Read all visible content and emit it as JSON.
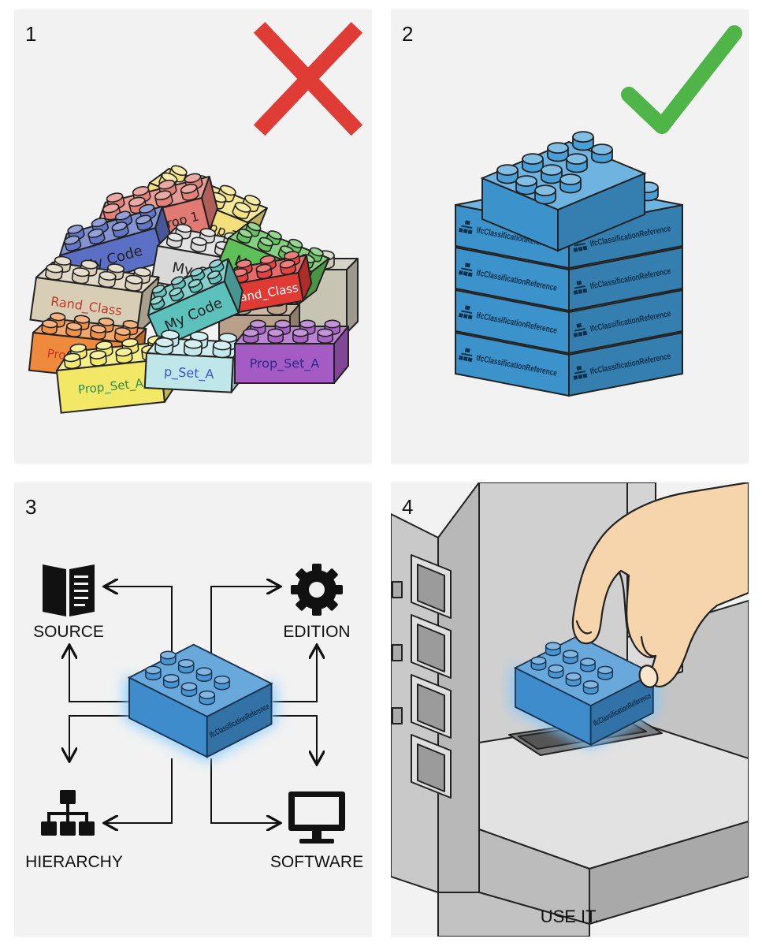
{
  "panels": [
    {
      "number": "1",
      "verdict_icon": "red-x-icon",
      "bricks": [
        {
          "label": "Custom Prop 1",
          "color": "#f2e07a",
          "text_color": "#222"
        },
        {
          "label": "Custom Prop 1",
          "color": "#e07a72",
          "text_color": "#222"
        },
        {
          "label": "My Code",
          "color": "#5b6fc4",
          "text_color": "#222"
        },
        {
          "label": "My Code",
          "color": "#d9d9d9",
          "text_color": "#222"
        },
        {
          "label": "My Code",
          "color": "#5fbf58",
          "text_color": "#222"
        },
        {
          "label": "Rand_Class",
          "color": "#d8cdb5",
          "text_color": "#c0392b"
        },
        {
          "label": "Rand_Class",
          "color": "#e03a35",
          "text_color": "#ffffff"
        },
        {
          "label": "My Code",
          "color": "#5cc0bb",
          "text_color": "#222"
        },
        {
          "label": "Prop_Set_A",
          "color": "#ef8a3d",
          "text_color": "#c0392b"
        },
        {
          "label": "Prop_Set_A",
          "color": "#f2e866",
          "text_color": "#2e8b57"
        },
        {
          "label": "p_Set_A",
          "color": "#bfe7ea",
          "text_color": "#3b57c4"
        },
        {
          "label": "Prop_Set_A",
          "color": "#a45bc4",
          "text_color": "#2b2b8a"
        }
      ]
    },
    {
      "number": "2",
      "verdict_icon": "green-check-icon",
      "brick_label": "IfcClassificationReference",
      "brick_color": "#3f9bd6"
    },
    {
      "number": "3",
      "center_label": "IfcClassificationReference",
      "nodes": {
        "source": {
          "label": "SOURCE",
          "icon": "book-icon"
        },
        "edition": {
          "label": "EDITION",
          "icon": "gear-icon"
        },
        "hierarchy": {
          "label": "HIERARCHY",
          "icon": "hierarchy-icon"
        },
        "software": {
          "label": "SOFTWARE",
          "icon": "monitor-icon"
        }
      }
    },
    {
      "number": "4",
      "brick_label": "IfcClassificationReference",
      "caption": "USE IT."
    }
  ]
}
